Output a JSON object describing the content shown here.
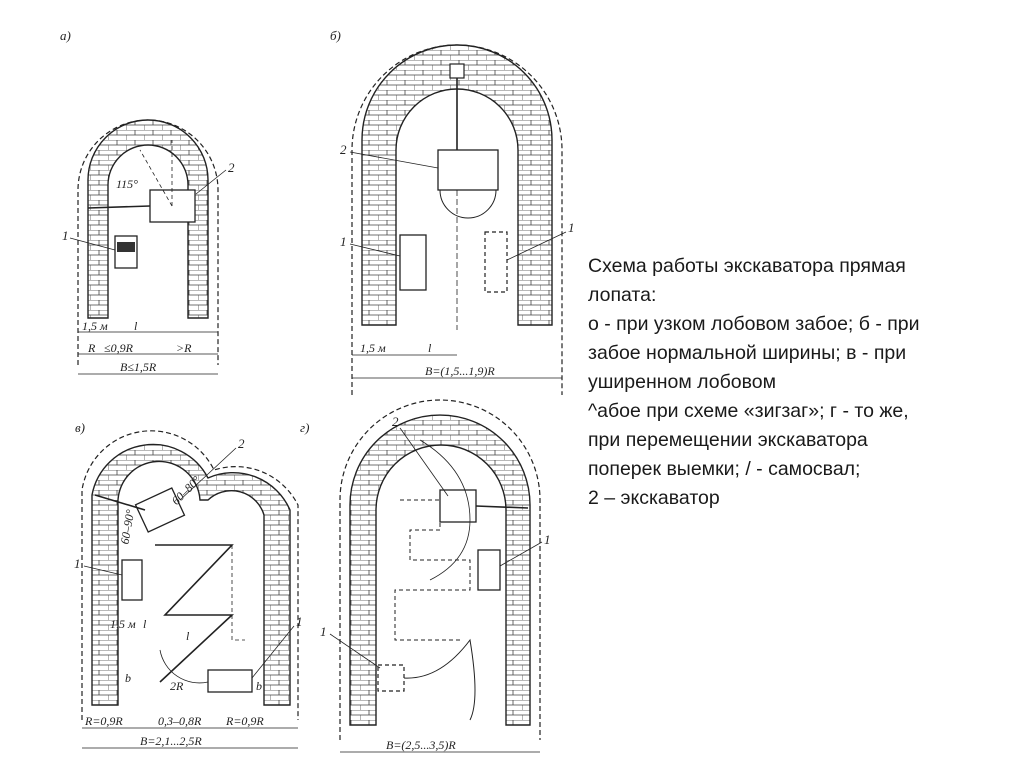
{
  "panels": [
    {
      "letter": "а)",
      "dims": [
        "1,5 м",
        "l",
        "R",
        "≤0,9R",
        ">R",
        "B≤1,5R"
      ],
      "angle": "115°",
      "labels": [
        "1",
        "2"
      ]
    },
    {
      "letter": "б)",
      "dims": [
        "1,5 м",
        "l",
        "B=(1,5...1,9)R"
      ],
      "labels": [
        "1",
        "1",
        "2"
      ]
    },
    {
      "letter": "в)",
      "dims": [
        "1,5 м",
        "l",
        "l",
        "b",
        "b",
        "2R",
        "R=0,9R",
        "0,3–0,8R",
        "R=0,9R",
        "B=2,1...2,5R"
      ],
      "angles": [
        "60–80°",
        "60–90°"
      ],
      "labels": [
        "1",
        "1",
        "2"
      ]
    },
    {
      "letter": "г)",
      "dims": [
        "B=(2,5...3,5)R"
      ],
      "labels": [
        "1",
        "1",
        "2"
      ]
    }
  ],
  "caption": {
    "lines": [
      "Схема работы экскаватора прямая",
      "лопата:",
      "о - при узком лобовом забое; б - при",
      "забое нормальной ширины; в - при",
      "уширенном лобовом",
      "^абое при схеме «зигзаг»; г - то же,",
      "при перемещении экскаватора",
      "поперек выемки; / - самосвал;",
      "2 – экскаватор"
    ]
  },
  "colors": {
    "ink": "#222222",
    "background": "#ffffff"
  }
}
